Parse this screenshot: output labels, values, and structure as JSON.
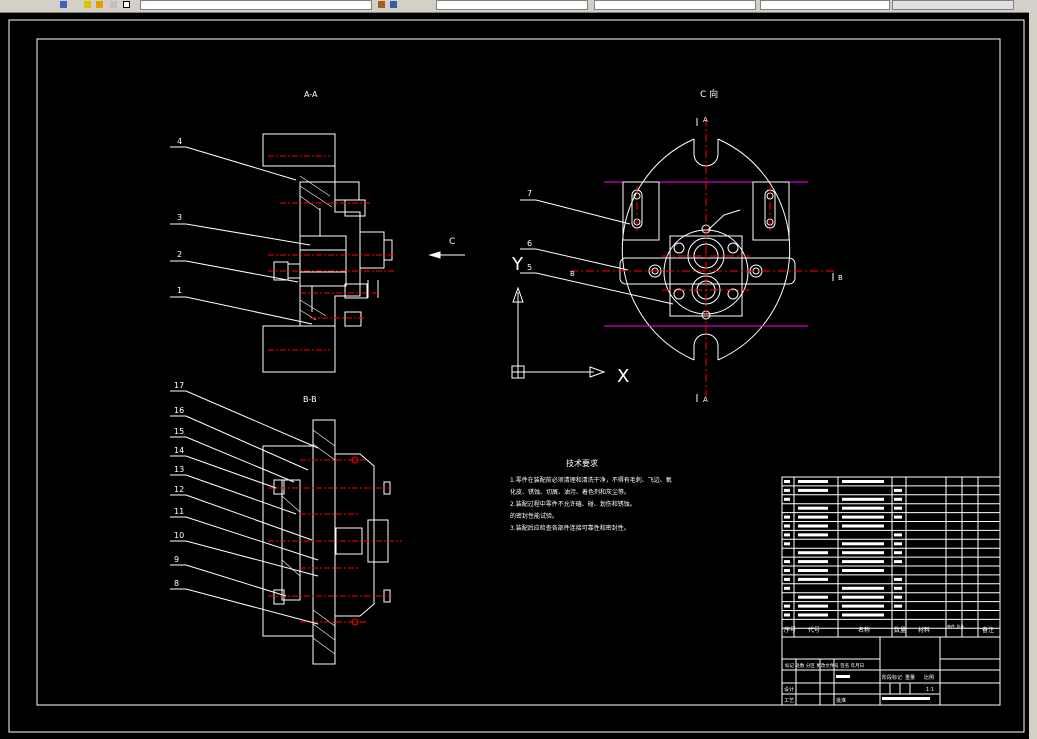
{
  "views": {
    "section_aa": "A-A",
    "section_bb": "B-B",
    "view_c": "C 向",
    "arrow_c": "C"
  },
  "section_labels": {
    "A_top": "A",
    "A_bottom": "A",
    "B_right": "B",
    "B_left": "B"
  },
  "ucs": {
    "x": "X",
    "y": "Y"
  },
  "balloons_aa": [
    "4",
    "3",
    "2",
    "1"
  ],
  "balloons_c": [
    "7",
    "6",
    "5"
  ],
  "balloons_bb": [
    "17",
    "16",
    "15",
    "14",
    "13",
    "12",
    "11",
    "10",
    "9",
    "8"
  ],
  "tech": {
    "title": "技术要求",
    "lines": [
      "1.零件在装配前必须清理和清洗干净，不得有毛刺、飞边、氧",
      "化皮、锈蚀、切屑、油污、着色剂和灰尘等。",
      "2.装配过程中零件不允许磕、碰、划伤和锈蚀。",
      "的密封性能试验。",
      "3.装配后应检查各部件连接可靠性和密封性。"
    ]
  },
  "bom_header": {
    "no": "序号",
    "code": "代号",
    "name": "名称",
    "qty": "数量",
    "material": "材料",
    "weight": "单件 总计",
    "remark": "备注"
  },
  "title_block": {
    "stage": "阶段标记",
    "weight": "重量",
    "scale": "比例",
    "scale_value": "1:1",
    "design": "设计",
    "process": "工艺",
    "approve": "批准",
    "marks": "标记 处数 分区 更改文件号 签名 年月日"
  },
  "colors": {
    "line": "#ffffff",
    "center": "#ff0000",
    "magenta": "#ff00ff",
    "background": "#000000"
  }
}
